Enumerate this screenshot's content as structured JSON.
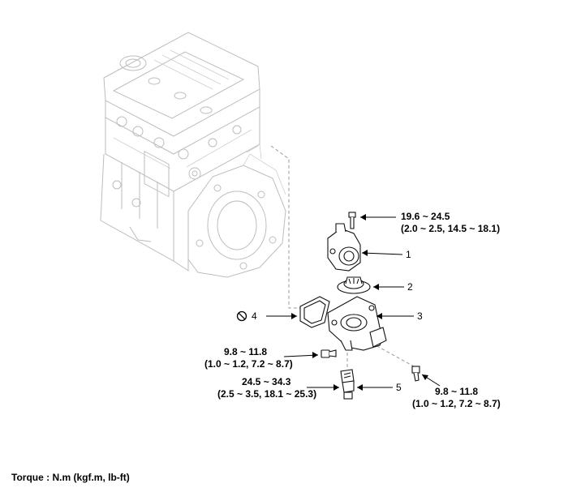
{
  "callouts": {
    "c1": "1",
    "c2": "2",
    "c3": "3",
    "c4": "4",
    "c5": "5"
  },
  "torques": {
    "t_top_line1": "19.6 ~ 24.5",
    "t_top_line2": "(2.0 ~ 2.5, 14.5 ~ 18.1)",
    "t_left_line1": "9.8 ~ 11.8",
    "t_left_line2": "(1.0 ~ 1.2, 7.2 ~ 8.7)",
    "t_sensor_line1": "24.5 ~ 34.3",
    "t_sensor_line2": "(2.5 ~ 3.5, 18.1 ~ 25.3)",
    "t_right_line1": "9.8 ~ 11.8",
    "t_right_line2": "(1.0 ~ 1.2, 7.2 ~ 8.7)"
  },
  "footer": {
    "torque_unit_note": "Torque : N.m (kgf.m, lb-ft)"
  },
  "icons": {
    "gasket_replace": "do-not-reuse-icon"
  }
}
